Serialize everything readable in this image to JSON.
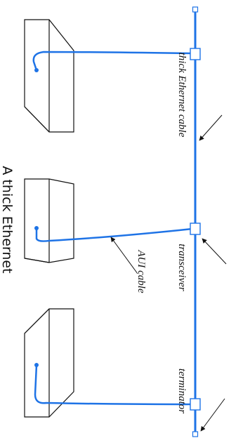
{
  "caption": "A thick Ethernet",
  "labels": {
    "thick_cable": "thick Ethernet cable",
    "transceiver": "transceiver",
    "terminator": "terminator",
    "aui_cable": "AUI cable"
  },
  "colors": {
    "cable": "#1e73e6",
    "box_outline": "#111111",
    "text": "#111111"
  }
}
